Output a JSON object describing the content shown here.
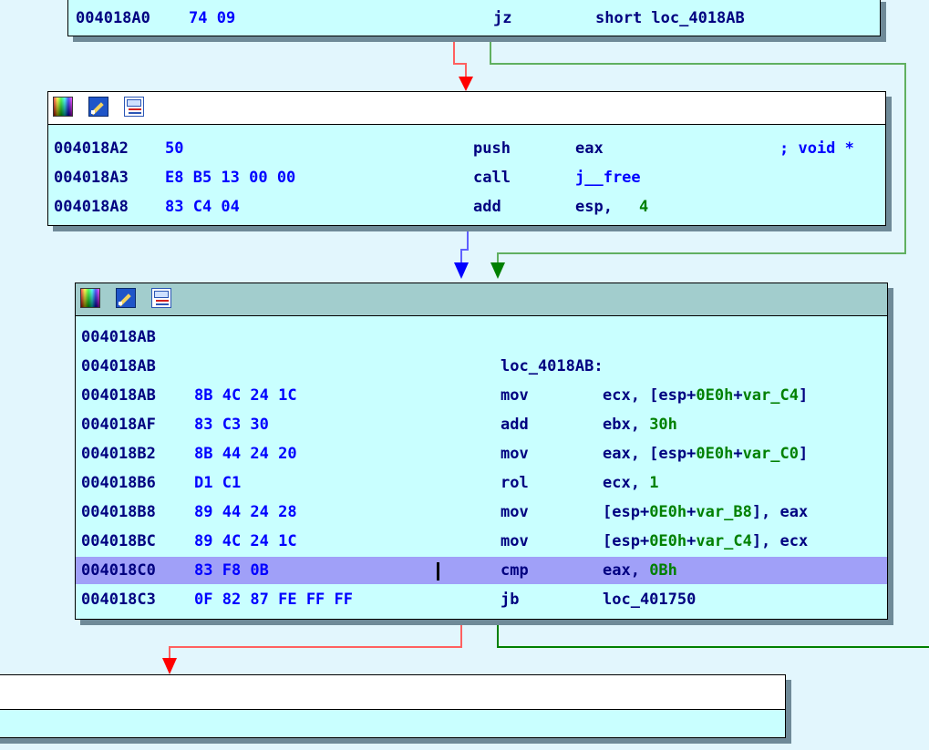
{
  "colors": {
    "background": "#e2f6fd",
    "node_fill": "#c9ffff",
    "active_header": "#a2cdcd",
    "highlight_row": "#a0a0f8",
    "edge_false": "#ff0000",
    "edge_true": "#008000",
    "edge_uncond": "#0000ff"
  },
  "node_icons": [
    "color-palette-icon",
    "edit-pencil-icon",
    "graph-overview-icon"
  ],
  "node_top": {
    "row": {
      "address": "004018A0",
      "bytes": "74 09",
      "mnemonic": "jz",
      "operand": "short loc_4018AB"
    }
  },
  "node_middle": {
    "rows": [
      {
        "address": "004018A2",
        "bytes": "50",
        "mnemonic": "push",
        "operand": "eax",
        "comment": "; void *"
      },
      {
        "address": "004018A3",
        "bytes": "E8 B5 13 00 00",
        "mnemonic": "call",
        "operand": "j__free"
      },
      {
        "address": "004018A8",
        "bytes": "83 C4 04",
        "mnemonic": "add",
        "operand": "esp,",
        "operand_num": "4"
      }
    ]
  },
  "node_main": {
    "rows": [
      {
        "address": "004018AB"
      },
      {
        "address": "004018AB",
        "label": "loc_4018AB:"
      },
      {
        "address": "004018AB",
        "bytes": "8B 4C 24 1C",
        "mnemonic": "mov",
        "op_a": "ecx, [esp+",
        "op_b": "0E0h",
        "op_c": "+",
        "op_d": "var_C4",
        "op_e": "]"
      },
      {
        "address": "004018AF",
        "bytes": "83 C3 30",
        "mnemonic": "add",
        "op_a": "ebx, ",
        "op_b": "30h"
      },
      {
        "address": "004018B2",
        "bytes": "8B 44 24 20",
        "mnemonic": "mov",
        "op_a": "eax, [esp+",
        "op_b": "0E0h",
        "op_c": "+",
        "op_d": "var_C0",
        "op_e": "]"
      },
      {
        "address": "004018B6",
        "bytes": "D1 C1",
        "mnemonic": "rol",
        "op_a": "ecx, ",
        "op_b": "1"
      },
      {
        "address": "004018B8",
        "bytes": "89 44 24 28",
        "mnemonic": "mov",
        "op_a": "[esp+",
        "op_b": "0E0h",
        "op_c": "+",
        "op_d": "var_B8",
        "op_e": "], eax"
      },
      {
        "address": "004018BC",
        "bytes": "89 4C 24 1C",
        "mnemonic": "mov",
        "op_a": "[esp+",
        "op_b": "0E0h",
        "op_c": "+",
        "op_d": "var_C4",
        "op_e": "], ecx"
      },
      {
        "address": "004018C0",
        "bytes": "83 F8 0B",
        "mnemonic": "cmp",
        "op_a": "eax, ",
        "op_b": "0Bh"
      },
      {
        "address": "004018C3",
        "bytes": "0F 82 87 FE FF FF",
        "mnemonic": "jb",
        "op_a": "loc_401750"
      }
    ]
  }
}
